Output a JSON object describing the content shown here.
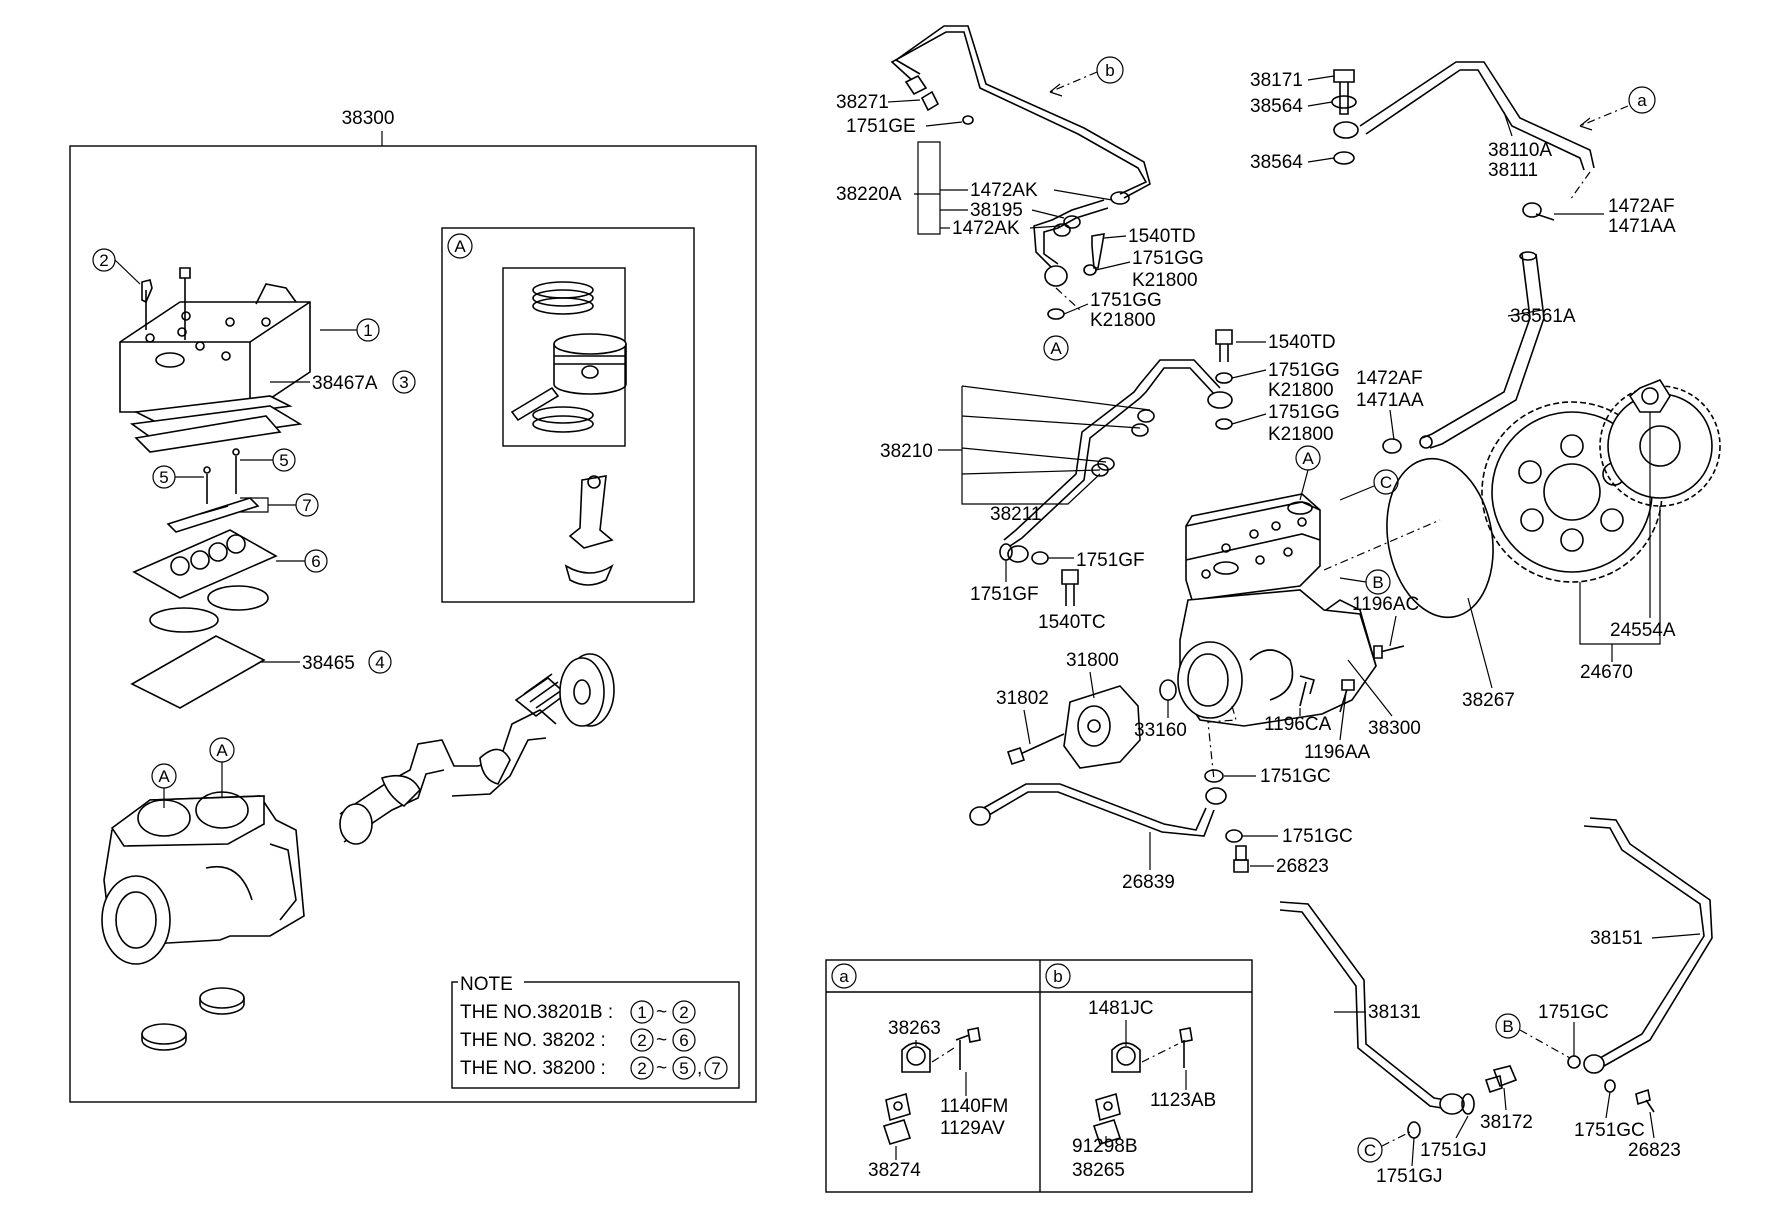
{
  "main_box": {
    "label": "38300"
  },
  "detail_a": {
    "marker": "A"
  },
  "left_labels": {
    "n1": "1",
    "n2": "2",
    "n3": "3",
    "n4": "4",
    "n5a": "5",
    "n5b": "5",
    "n6": "6",
    "n7": "7",
    "p38467a": "38467A",
    "p38465": "38465",
    "markA1": "A",
    "markA2": "A"
  },
  "note": {
    "title": "NOTE",
    "lines": [
      {
        "prefix": "THE NO.38201B :",
        "c1": "1",
        "sep": "~",
        "c2": "2",
        "c3": ""
      },
      {
        "prefix": "THE NO. 38202  :",
        "c1": "2",
        "sep": "~",
        "c2": "6",
        "c3": ""
      },
      {
        "prefix": "THE NO. 38200  :",
        "c1": "2",
        "sep": "~",
        "c2": "5",
        "c3": "7"
      }
    ]
  },
  "right_labels": {
    "b_marker": "b",
    "a_marker": "a",
    "l38271": "38271",
    "l1751ge": "1751GE",
    "l38220a": "38220A",
    "l1472ak_1": "1472AK",
    "l38195": "38195",
    "l1472ak_2": "1472AK",
    "l1540td_1": "1540TD",
    "l1751gg_1": "1751GG",
    "lk21800_1": "K21800",
    "l1751gg_2": "1751GG",
    "lk21800_2": "K21800",
    "markA_top": "A",
    "l38171": "38171",
    "l38564_1": "38564",
    "l38564_2": "38564",
    "l38110a": "38110A",
    "l38111": "38111",
    "l1472af_1": "1472AF",
    "l1471aa_1": "1471AA",
    "l38561a": "38561A",
    "l1540td_2": "1540TD",
    "l1751gg_3": "1751GG",
    "lk21800_3": "K21800",
    "l1751gg_4": "1751GG",
    "lk21800_4": "K21800",
    "l1472af_2": "1472AF",
    "l1471aa_2": "1471AA",
    "l38210": "38210",
    "l38211": "38211",
    "markA_mid": "A",
    "markC": "C",
    "markB": "B",
    "l1751gf_1": "1751GF",
    "l1751gf_2": "1751GF",
    "l1540tc": "1540TC",
    "l31800": "31800",
    "l31802": "31802",
    "l33160": "33160",
    "l1196ac": "1196AC",
    "l1196ca": "1196CA",
    "l1196aa": "1196AA",
    "l38300": "38300",
    "l38267": "38267",
    "l24670": "24670",
    "l24554a": "24554A",
    "l1751gc_1": "1751GC",
    "l1751gc_2": "1751GC",
    "l26823_1": "26823",
    "l26839": "26839",
    "l38151": "38151",
    "l38131": "38131",
    "markB2": "B",
    "l1751gc_3": "1751GC",
    "l38172": "38172",
    "l1751gj_1": "1751GJ",
    "markC2": "C",
    "l1751gj_2": "1751GJ",
    "l1751gc_4": "1751GC",
    "l26823_2": "26823"
  },
  "legend_box": {
    "a": {
      "marker": "a",
      "p1": "38263",
      "p2": "1140FM",
      "p3": "1129AV",
      "p4": "38274"
    },
    "b": {
      "marker": "b",
      "p1": "1481JC",
      "p2": "1123AB",
      "p3": "91298B",
      "p4": "38265"
    }
  }
}
